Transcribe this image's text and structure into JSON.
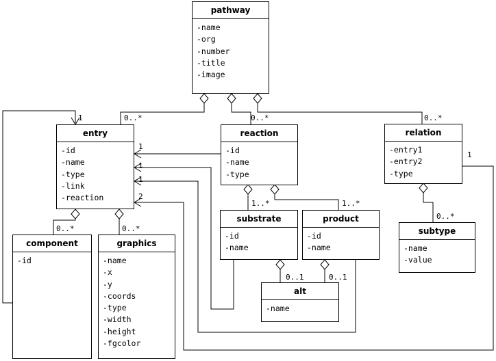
{
  "classes": {
    "pathway": {
      "name": "pathway",
      "attrs": [
        "-name",
        "-org",
        "-number",
        "-title",
        "-image"
      ]
    },
    "entry": {
      "name": "entry",
      "attrs": [
        "-id",
        "-name",
        "-type",
        "-link",
        "-reaction"
      ]
    },
    "reaction": {
      "name": "reaction",
      "attrs": [
        "-id",
        "-name",
        "-type"
      ]
    },
    "relation": {
      "name": "relation",
      "attrs": [
        "-entry1",
        "-entry2",
        "-type"
      ]
    },
    "component": {
      "name": "component",
      "attrs": [
        "-id"
      ]
    },
    "graphics": {
      "name": "graphics",
      "attrs": [
        "-name",
        "-x",
        "-y",
        "-coords",
        "-type",
        "-width",
        "-height",
        "-fgcolor"
      ]
    },
    "substrate": {
      "name": "substrate",
      "attrs": [
        "-id",
        "-name"
      ]
    },
    "product": {
      "name": "product",
      "attrs": [
        "-id",
        "-name"
      ]
    },
    "alt": {
      "name": "alt",
      "attrs": [
        "-name"
      ]
    },
    "subtype": {
      "name": "subtype",
      "attrs": [
        "-name",
        "-value"
      ]
    }
  },
  "multiplicities": {
    "component_entry_1": "1",
    "pathway_entry": "0..*",
    "pathway_reaction": "0..*",
    "pathway_relation": "0..*",
    "reaction_entry": "1",
    "substrate_entry": "1",
    "product_entry": "1",
    "relation_entry": "2",
    "relation_right": "1",
    "entry_component": "0..*",
    "entry_graphics": "0..*",
    "reaction_substrate": "1..*",
    "reaction_product": "1..*",
    "relation_subtype": "0..*",
    "substrate_alt": "0..1",
    "product_alt": "0..1"
  }
}
